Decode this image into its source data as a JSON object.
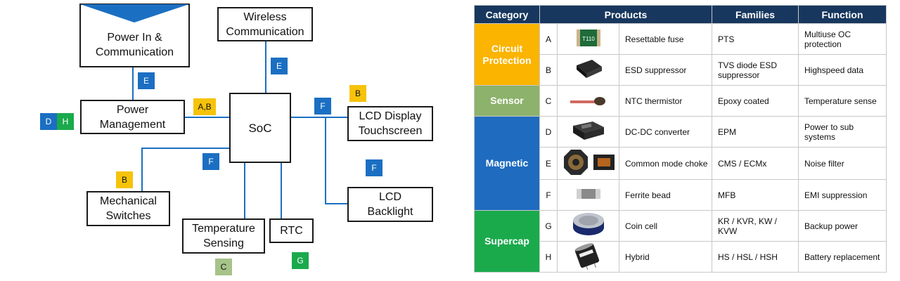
{
  "colors": {
    "blue": "#1b6fc2",
    "yellow": "#f6c30a",
    "green": "#1aaa4c",
    "light_green": "#a6c389",
    "navy": "#17375e",
    "circuit": "#fbb400",
    "sensor": "#8db26b",
    "magnetic": "#1f6bbf",
    "supercap": "#1aaa4c"
  },
  "diagram": {
    "blocks": {
      "power_in": "Power In &\nCommunication",
      "wireless": "Wireless\nCommunication",
      "power_mgmt": "Power\nManagement",
      "soc": "SoC",
      "lcd_display": "LCD Display\nTouchscreen",
      "mech_switches": "Mechanical\nSwitches",
      "temp_sensing": "Temperature\nSensing",
      "rtc": "RTC",
      "lcd_backlight": "LCD\nBacklight"
    },
    "tags": {
      "power_in_e": "E",
      "wireless_e": "E",
      "power_mgmt_ab": "A,B",
      "lcd_display_f": "F",
      "lcd_display_b": "B",
      "power_mgmt_d": "D",
      "power_mgmt_h": "H",
      "mech_f": "F",
      "mech_b": "B",
      "lcd_backlight_f": "F",
      "temp_c": "C",
      "rtc_g": "G"
    }
  },
  "table": {
    "headers": [
      "Category",
      "Products",
      "Families",
      "Function"
    ],
    "categories": {
      "circuit": "Circuit Protection",
      "sensor": "Sensor",
      "magnetic": "Magnetic",
      "supercap": "Supercap"
    },
    "rows": [
      {
        "letter": "A",
        "product": "Resettable fuse",
        "family": "PTS",
        "function": "Multiuse OC protection",
        "image": "resettable-fuse"
      },
      {
        "letter": "B",
        "product": "ESD suppressor",
        "family": "TVS diode ESD suppressor",
        "function": "Highspeed data",
        "image": "esd-suppressor"
      },
      {
        "letter": "C",
        "product": "NTC thermistor",
        "family": "Epoxy coated",
        "function": "Temperature sense",
        "image": "ntc-thermistor"
      },
      {
        "letter": "D",
        "product": "DC-DC converter",
        "family": "EPM",
        "function": "Power to sub systems",
        "image": "dc-dc-converter"
      },
      {
        "letter": "E",
        "product": "Common mode choke",
        "family": "CMS / ECMx",
        "function": "Noise filter",
        "image": "common-mode-choke"
      },
      {
        "letter": "F",
        "product": "Ferrite bead",
        "family": "MFB",
        "function": "EMI suppression",
        "image": "ferrite-bead"
      },
      {
        "letter": "G",
        "product": "Coin cell",
        "family": "KR / KVR, KW / KVW",
        "function": "Backup power",
        "image": "coin-cell"
      },
      {
        "letter": "H",
        "product": "Hybrid",
        "family": "HS / HSL / HSH",
        "function": "Battery replacement",
        "image": "hybrid-capacitor"
      }
    ],
    "fuse_marking": "T110"
  }
}
